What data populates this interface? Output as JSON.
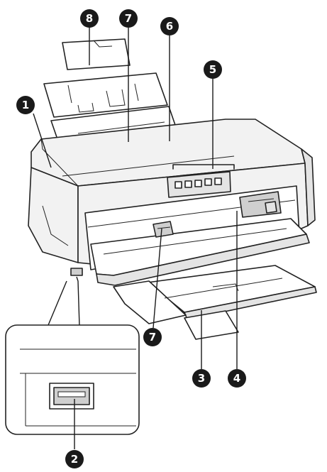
{
  "diagram": {
    "callouts": [
      {
        "id": "1",
        "label": "1"
      },
      {
        "id": "2",
        "label": "2"
      },
      {
        "id": "3",
        "label": "3"
      },
      {
        "id": "4",
        "label": "4"
      },
      {
        "id": "5",
        "label": "5"
      },
      {
        "id": "6",
        "label": "6"
      },
      {
        "id": "7a",
        "label": "7"
      },
      {
        "id": "7b",
        "label": "7"
      },
      {
        "id": "8",
        "label": "8"
      }
    ]
  }
}
